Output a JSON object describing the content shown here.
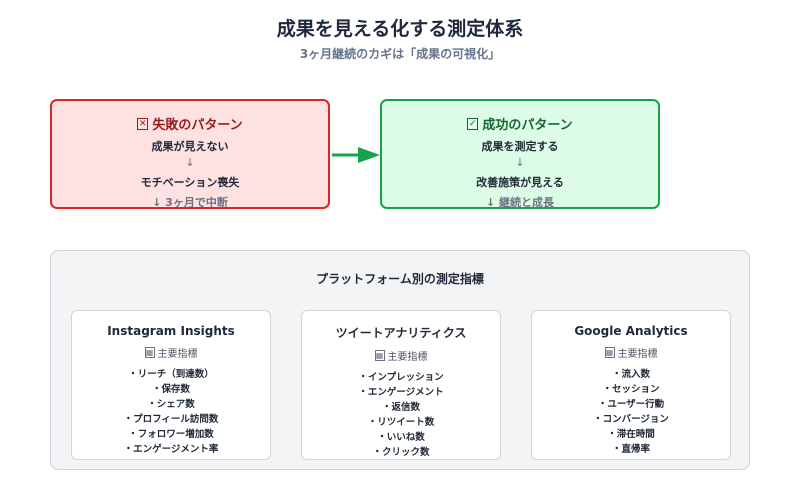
{
  "header": {
    "title": "成果を見える化する測定体系",
    "subtitle": "3ヶ月継続のカギは「成果の可視化」"
  },
  "fail_box": {
    "title": "失敗のパターン",
    "icon": "x-box-icon",
    "lines": [
      "成果が見えない",
      "↓",
      "モチベーション喪失",
      "↓ 3ヶ月で中断"
    ]
  },
  "success_box": {
    "title": "成功のパターン",
    "icon": "check-box-icon",
    "lines": [
      "成果を測定する",
      "↓",
      "改善施策が見える",
      "↓ 継続と成長"
    ]
  },
  "panel": {
    "title": "プラットフォーム別の測定指標",
    "cards": [
      {
        "title": "Instagram Insights",
        "sub": "主要指標",
        "items": [
          "・リーチ（到達数）",
          "・保存数",
          "・シェア数",
          "・プロフィール訪問数",
          "・フォロワー増加数",
          "・エンゲージメント率"
        ]
      },
      {
        "title": "ツイートアナリティクス",
        "sub": "主要指標",
        "items": [
          "・インプレッション",
          "・エンゲージメント",
          "・返信数",
          "・リツイート数",
          "・いいね数",
          "・クリック数"
        ]
      },
      {
        "title": "Google Analytics",
        "sub": "主要指標",
        "items": [
          "・流入数",
          "・セッション",
          "・ユーザー行動",
          "・コンバージョン",
          "・滞在時間",
          "・直帰率"
        ]
      }
    ]
  },
  "colors": {
    "fail_bg": "#fee2e2",
    "fail_border": "#dc2626",
    "success_bg": "#dcfce7",
    "success_border": "#16a34a",
    "arrow": "#16a34a"
  }
}
